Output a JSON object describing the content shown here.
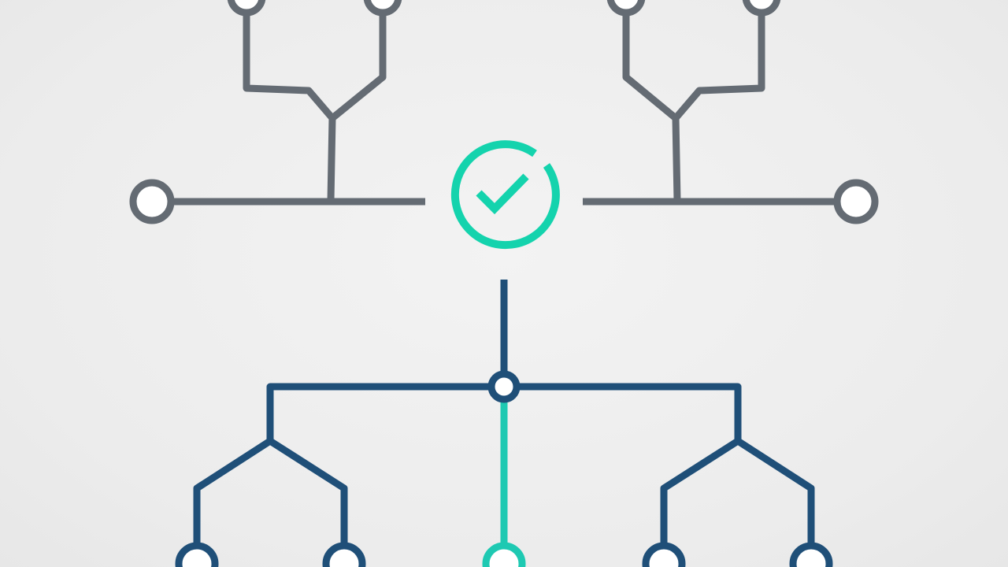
{
  "diagram": {
    "colors": {
      "background": "#efefef",
      "upper_branches": "#646b73",
      "lower_tree": "#1f4f78",
      "accent": "#14d3ad",
      "center_path": "#1ec9b2",
      "node_fill": "#ffffff"
    },
    "center_symbol": "check-circle-icon",
    "upper_left_branch": {
      "nodes": 3
    },
    "upper_right_branch": {
      "nodes": 3
    },
    "lower_tree": {
      "leaf_nodes": 5,
      "highlighted_leaf": 3
    }
  }
}
